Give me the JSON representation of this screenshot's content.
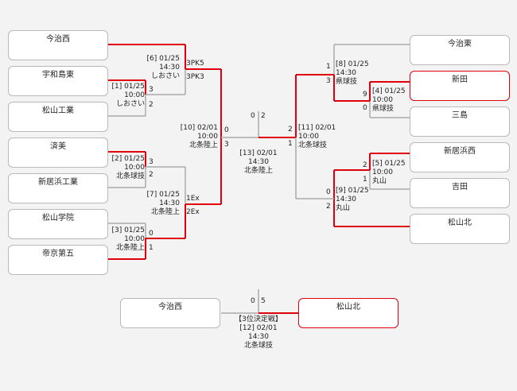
{
  "teams": {
    "l1": "今治西",
    "l2": "宇和島東",
    "l3": "松山工業",
    "l4": "済美",
    "l5": "新居浜工業",
    "l6": "松山学院",
    "l7": "帝京第五",
    "r1": "今治東",
    "r2": "新田",
    "r3": "三島",
    "r4": "新居浜西",
    "r5": "吉田",
    "r6": "松山北",
    "p1": "今治西",
    "p2": "松山北"
  },
  "games": {
    "g1": {
      "no": "[1] 01/25",
      "time": "10:00",
      "venue": "しおさい",
      "s1": "3",
      "s2": "2"
    },
    "g2": {
      "no": "[2] 01/25",
      "time": "10:00",
      "venue": "北条球技",
      "s1": "3",
      "s2": "2"
    },
    "g3": {
      "no": "[3] 01/25",
      "time": "10:00",
      "venue": "北条陸上",
      "s1": "0",
      "s2": "1"
    },
    "g4": {
      "no": "[4] 01/25",
      "time": "10:00",
      "venue": "県球技",
      "s1": "9",
      "s2": "0"
    },
    "g5": {
      "no": "[5] 01/25",
      "time": "10:00",
      "venue": "丸山",
      "s1": "2",
      "s2": "1"
    },
    "g6": {
      "no": "[6] 01/25",
      "time": "14:30",
      "venue": "しおさい",
      "s1": "3PK5",
      "s2": "3PK3"
    },
    "g7": {
      "no": "[7] 01/25",
      "time": "14:30",
      "venue": "北条陸上",
      "s1": "1Ex",
      "s2": "2Ex"
    },
    "g8": {
      "no": "[8] 01/25",
      "time": "14:30",
      "venue": "県球技",
      "s1": "1",
      "s2": "3"
    },
    "g9": {
      "no": "[9] 01/25",
      "time": "14:30",
      "venue": "丸山",
      "s1": "0",
      "s2": "2"
    },
    "g10": {
      "no": "[10] 02/01",
      "time": "10:00",
      "venue": "北条陸上",
      "s1": "0",
      "s2": "3"
    },
    "g11": {
      "no": "[11] 02/01",
      "time": "10:00",
      "venue": "北条球技",
      "s1": "2",
      "s2": "1"
    },
    "g13": {
      "no": "[13] 02/01",
      "time": "14:30",
      "venue": "北条陸上",
      "s1": "0",
      "s2": "2"
    },
    "g12": {
      "title": "【3位決定戦】",
      "no": "[12] 02/01",
      "time": "14:30",
      "venue": "北条球技",
      "s1": "0",
      "s2": "5"
    }
  },
  "colors": {
    "win": "#e0000d",
    "lose": "#a9a9a9"
  }
}
